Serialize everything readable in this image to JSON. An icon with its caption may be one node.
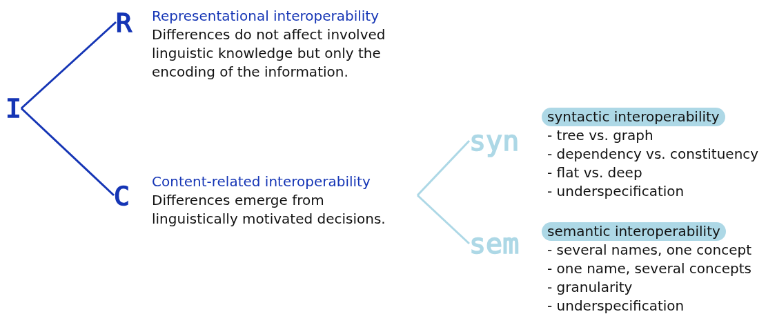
{
  "diagram": {
    "nodes": [
      {
        "text": [
          "I"
        ]
      },
      {
        "text": [
          "R"
        ],
        "beside": [
          "Representational interoperability",
          "Differences do not affect involved linguistic knowledge but only the encoding of the information."
        ]
      },
      {
        "text": [
          "C"
        ],
        "beside": [
          "Content-related interoperability",
          "Differences emerge from linguistically motivated decisions."
        ]
      },
      {
        "text": [
          "syn"
        ]
      },
      {
        "text": [
          "sem"
        ]
      },
      {
        "text": [
          "syntactic interoperability"
        ],
        "beside": [
          "- tree vs. graph",
          "- dependency vs. constituency",
          "- flat vs. deep",
          "- underspecification"
        ]
      },
      {
        "text": [
          "semantic interoperability"
        ],
        "beside": [
          "- several names, one concept",
          "- one name, several concepts",
          "- granularity",
          "- underspecification"
        ]
      }
    ],
    "edges": [
      {
        "from": 0,
        "to": 1,
        "arrow": "none"
      },
      {
        "from": 0,
        "to": 2,
        "arrow": "none"
      },
      {
        "from": 2,
        "to": 3,
        "arrow": "none",
        "color": "#add8e6"
      },
      {
        "from": 2,
        "to": 4,
        "arrow": "none",
        "color": "#add8e6"
      }
    ]
  }
}
